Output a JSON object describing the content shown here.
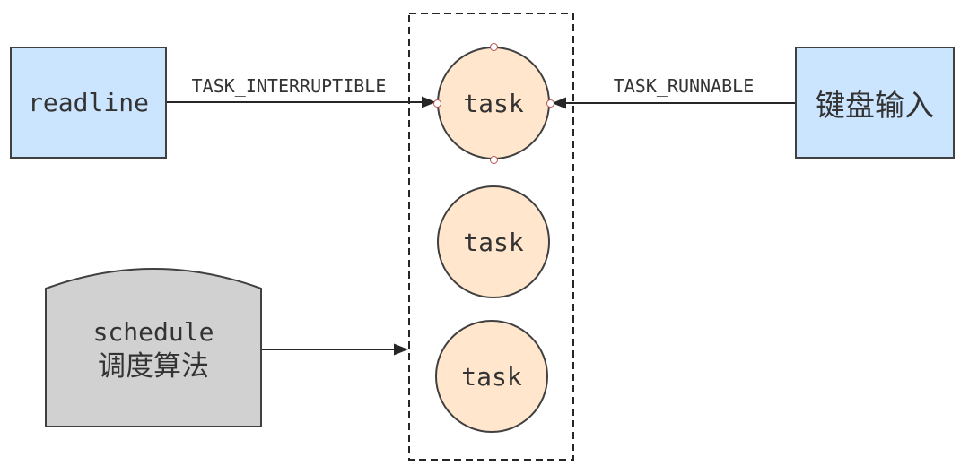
{
  "nodes": {
    "readline": {
      "label": "readline"
    },
    "keyboard_input": {
      "label": "键盘输入"
    },
    "scheduler": {
      "line1": "schedule",
      "line2": "调度算法"
    },
    "task1": {
      "label": "task"
    },
    "task2": {
      "label": "task"
    },
    "task3": {
      "label": "task"
    }
  },
  "edges": {
    "interruptible": {
      "label": "TASK_INTERRUPTIBLE"
    },
    "runnable": {
      "label": "TASK_RUNNABLE"
    }
  },
  "colors": {
    "box_blue_fill": "#cce5ff",
    "task_circle_fill": "#ffe6cc",
    "scheduler_fill": "#d1d1d1",
    "shape_border": "#404040",
    "arrow": "#262626",
    "anchor_dot_border": "#b85450",
    "text": "#333333"
  }
}
